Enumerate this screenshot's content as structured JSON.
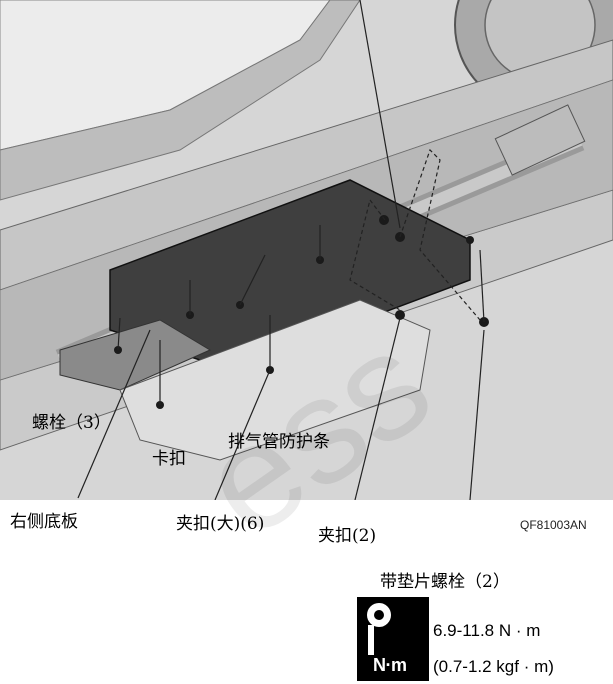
{
  "labels": {
    "bolt_3": "螺栓（3）",
    "clip": "卡扣",
    "exhaust_pipe_guard": "排气管防护条",
    "right_floor_panel": "右侧底板",
    "clip_large_6": "夹扣(大)(6)",
    "clip_2": "夹扣(2)",
    "washer_bolt_2": "带垫片螺栓（2）"
  },
  "figure_code": "QF81003AN",
  "torque": {
    "icon_text": "N·m",
    "value_nm": "6.9-11.8 N · m",
    "value_kgf": "(0.7-1.2 kgf · m)"
  },
  "watermark": "ess",
  "colors": {
    "shield_fill": "#3f3f3f",
    "frame_fill": "#cfcfcf",
    "line": "#222222"
  }
}
